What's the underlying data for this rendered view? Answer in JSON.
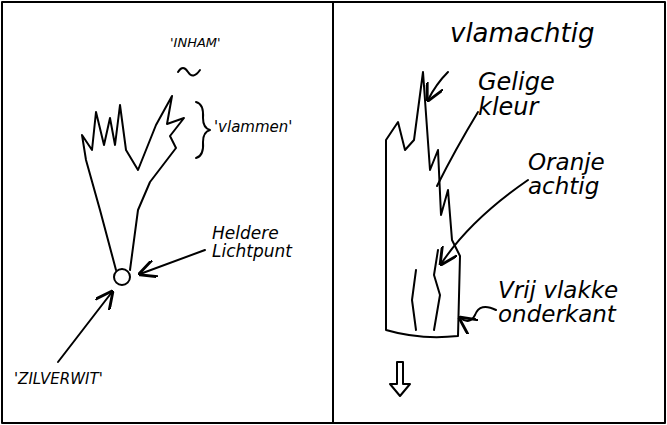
{
  "diagram": {
    "labels": [
      "'INHAM'",
      "'vlammen'",
      "Heldere Lichtpunt",
      "'ZILVERWIT'",
      "vlamachtig",
      "Gelige kleur",
      "Oranje achtig",
      "Vrij vlakke onderkant"
    ]
  }
}
